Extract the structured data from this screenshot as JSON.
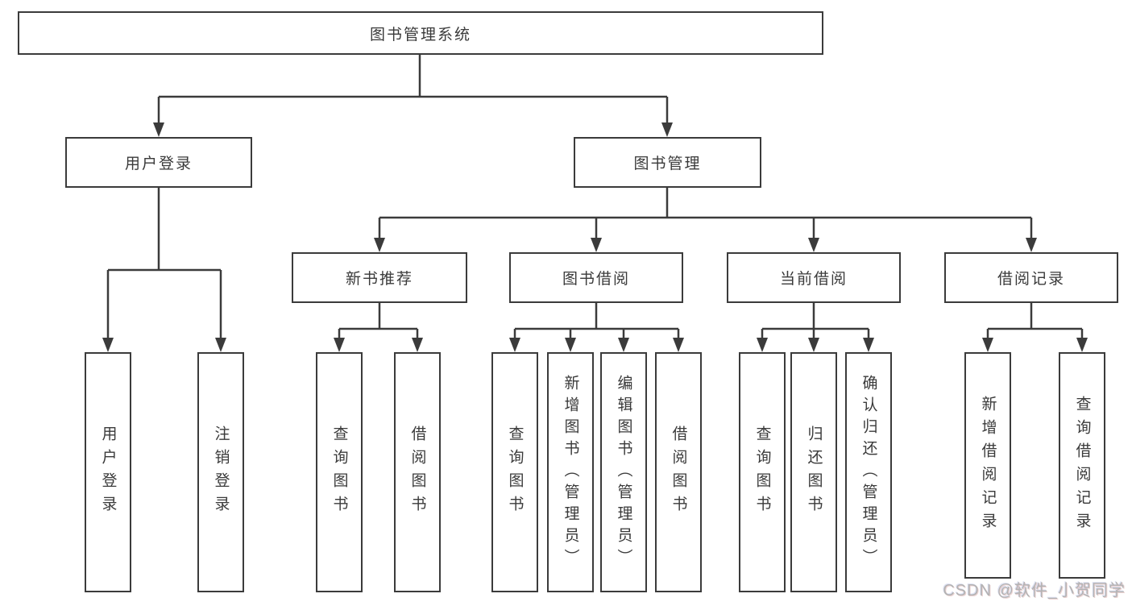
{
  "diagram": {
    "type": "hierarchy-tree",
    "root": {
      "label": "图书管理系统"
    },
    "level2": [
      {
        "id": "user-login",
        "label": "用户登录"
      },
      {
        "id": "book-management",
        "label": "图书管理"
      }
    ],
    "level3": [
      {
        "id": "new-book-recommend",
        "parent": "图书管理",
        "label": "新书推荐"
      },
      {
        "id": "book-borrow",
        "parent": "图书管理",
        "label": "图书借阅"
      },
      {
        "id": "current-borrow",
        "parent": "图书管理",
        "label": "当前借阅"
      },
      {
        "id": "borrow-records",
        "parent": "图书管理",
        "label": "借阅记录"
      }
    ],
    "leaves": [
      {
        "parent": "用户登录",
        "label": "用户登录"
      },
      {
        "parent": "用户登录",
        "label": "注销登录"
      },
      {
        "parent": "新书推荐",
        "label": "查询图书"
      },
      {
        "parent": "新书推荐",
        "label": "借阅图书"
      },
      {
        "parent": "图书借阅",
        "label": "查询图书"
      },
      {
        "parent": "图书借阅",
        "label": "新增图书（管理员）"
      },
      {
        "parent": "图书借阅",
        "label": "编辑图书（管理员）"
      },
      {
        "parent": "图书借阅",
        "label": "借阅图书"
      },
      {
        "parent": "当前借阅",
        "label": "查询图书"
      },
      {
        "parent": "当前借阅",
        "label": "归还图书"
      },
      {
        "parent": "当前借阅",
        "label": "确认归还（管理员）"
      },
      {
        "parent": "借阅记录",
        "label": "新增借阅记录"
      },
      {
        "parent": "借阅记录",
        "label": "查询借阅记录"
      }
    ],
    "colors": {
      "line": "#3b3b3b",
      "box_border": "#3b3b3b",
      "text": "#3a3a3a",
      "background": "#ffffff",
      "watermark_text": "#b3b3b3"
    }
  },
  "watermark": {
    "text": "CSDN @软件_小贺同学"
  }
}
